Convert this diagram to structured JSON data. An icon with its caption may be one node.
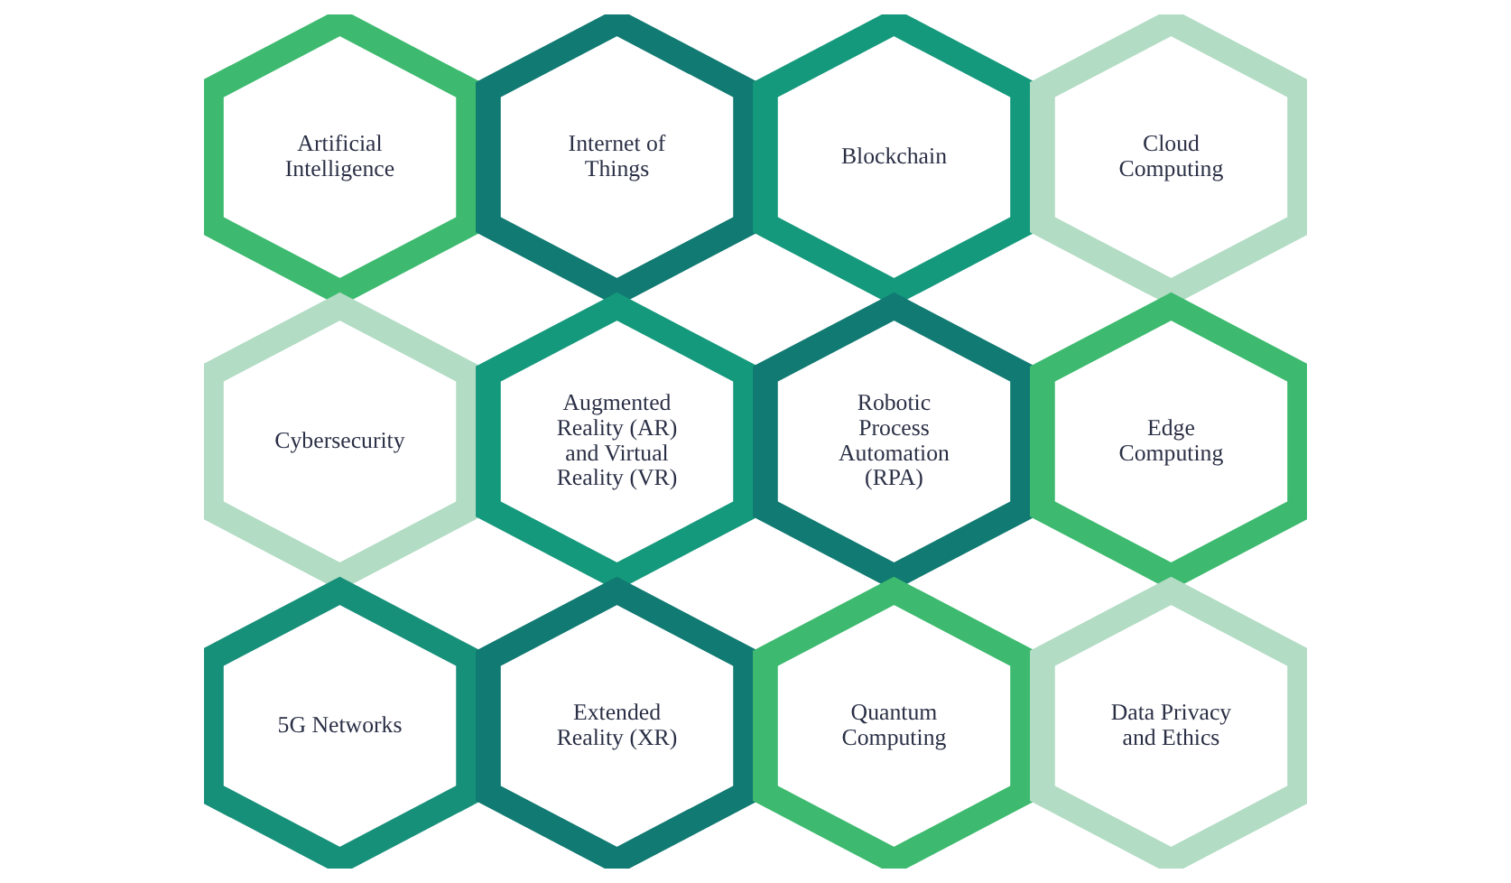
{
  "diagram": {
    "nodes": [
      {
        "text": [
          "Artificial Intelligence"
        ]
      },
      {
        "text": [
          "Internet of Things"
        ]
      },
      {
        "text": [
          "Blockchain"
        ]
      },
      {
        "text": [
          "Cloud Computing"
        ]
      },
      {
        "text": [
          "Cybersecurity"
        ]
      },
      {
        "text": [
          "Augmented Reality (AR) and Virtual Reality (VR)"
        ]
      },
      {
        "text": [
          "Robotic Process Automation (RPA)"
        ]
      },
      {
        "text": [
          "Edge Computing"
        ]
      },
      {
        "text": [
          "5G Networks"
        ]
      },
      {
        "text": [
          "Extended Reality (XR)"
        ]
      },
      {
        "text": [
          "Quantum Computing"
        ]
      },
      {
        "text": [
          "Data Privacy and Ethics"
        ]
      }
    ]
  }
}
